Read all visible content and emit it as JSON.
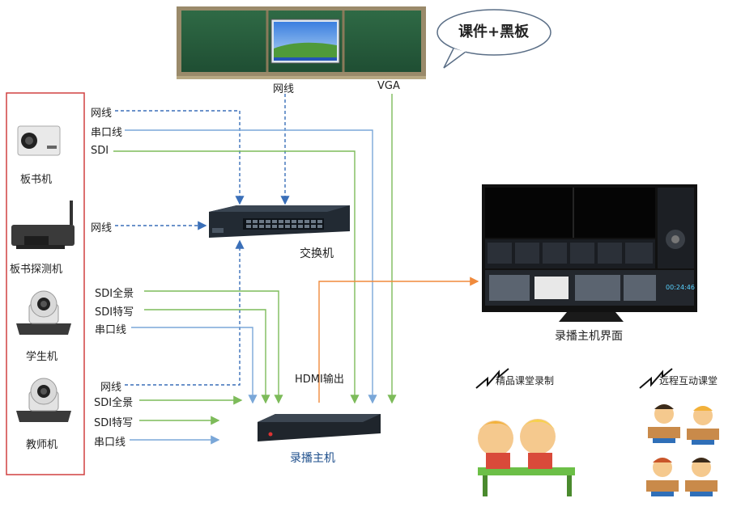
{
  "blackboard": {
    "bubble_text": "课件+黑板",
    "net_label": "网线",
    "vga_label": "VGA"
  },
  "devices": [
    {
      "label": "板书机"
    },
    {
      "label": "板书探测机"
    },
    {
      "label": "学生机"
    },
    {
      "label": "教师机"
    }
  ],
  "connections": {
    "top_net": "网线",
    "top_serial": "串口线",
    "top_sdi": "SDI",
    "mid_net": "网线",
    "sdi_pano_1": "SDI全景",
    "sdi_close_1": "SDI特写",
    "serial_2": "串口线",
    "bottom_net": "网线",
    "sdi_pano_2": "SDI全景",
    "sdi_close_2": "SDI特写",
    "serial_3": "串口线",
    "hdmi_out": "HDMI输出"
  },
  "switch": {
    "label": "交换机"
  },
  "recorder": {
    "label": "录播主机"
  },
  "monitor": {
    "label": "录播主机界面",
    "clock": "00:24:46"
  },
  "scenes": [
    {
      "label": "精品课堂录制"
    },
    {
      "label": "远程互动课堂"
    }
  ],
  "colors": {
    "net_line": "#3a6fb8",
    "serial_line": "#7aa7d8",
    "sdi_line": "#7dbb5a",
    "hdmi_line": "#f08a3c",
    "device_box_border": "#d04040"
  }
}
